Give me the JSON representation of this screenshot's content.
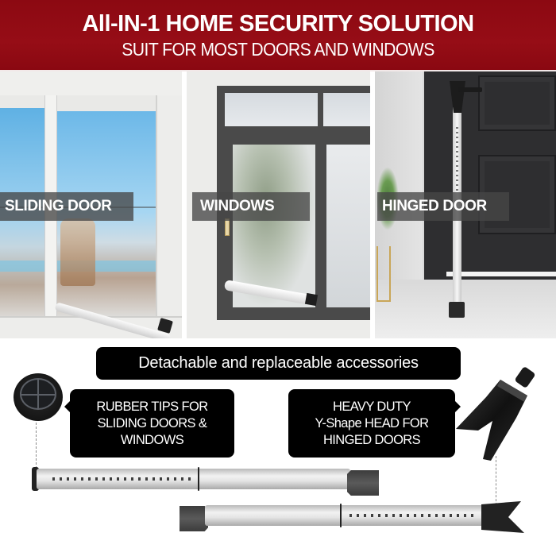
{
  "header": {
    "title": "All-IN-1 HOME SECURITY SOLUTION",
    "subtitle": "SUIT FOR MOST DOORS AND WINDOWS",
    "background_color": "#8e0a13",
    "text_color": "#ffffff"
  },
  "panels": [
    {
      "label": "SLIDING DOOR",
      "scene": "sliding-glass-door-with-security-bar"
    },
    {
      "label": "WINDOWS",
      "scene": "dark-framed-window-with-security-bar"
    },
    {
      "label": "HINGED DOOR",
      "scene": "black-hinged-door-with-vertical-security-bar"
    }
  ],
  "accessories": {
    "banner": "Detachable and replaceable accessories",
    "callouts": [
      {
        "id": "rubber-tips",
        "lines": [
          "RUBBER TIPS FOR",
          "SLIDING DOORS &",
          "WINDOWS"
        ],
        "icon": "rubber-tip-icon"
      },
      {
        "id": "y-head",
        "lines": [
          "HEAVY DUTY",
          "Y-Shape  HEAD FOR",
          "HINGED DOORS"
        ],
        "icon": "y-shape-head-icon"
      }
    ]
  },
  "products": [
    {
      "id": "rod-rubber-tip",
      "end_cap": "rubber-tip",
      "foot": "rubber-foot"
    },
    {
      "id": "rod-y-head",
      "end_cap": "y-shape-head",
      "foot": "rubber-foot"
    }
  ]
}
